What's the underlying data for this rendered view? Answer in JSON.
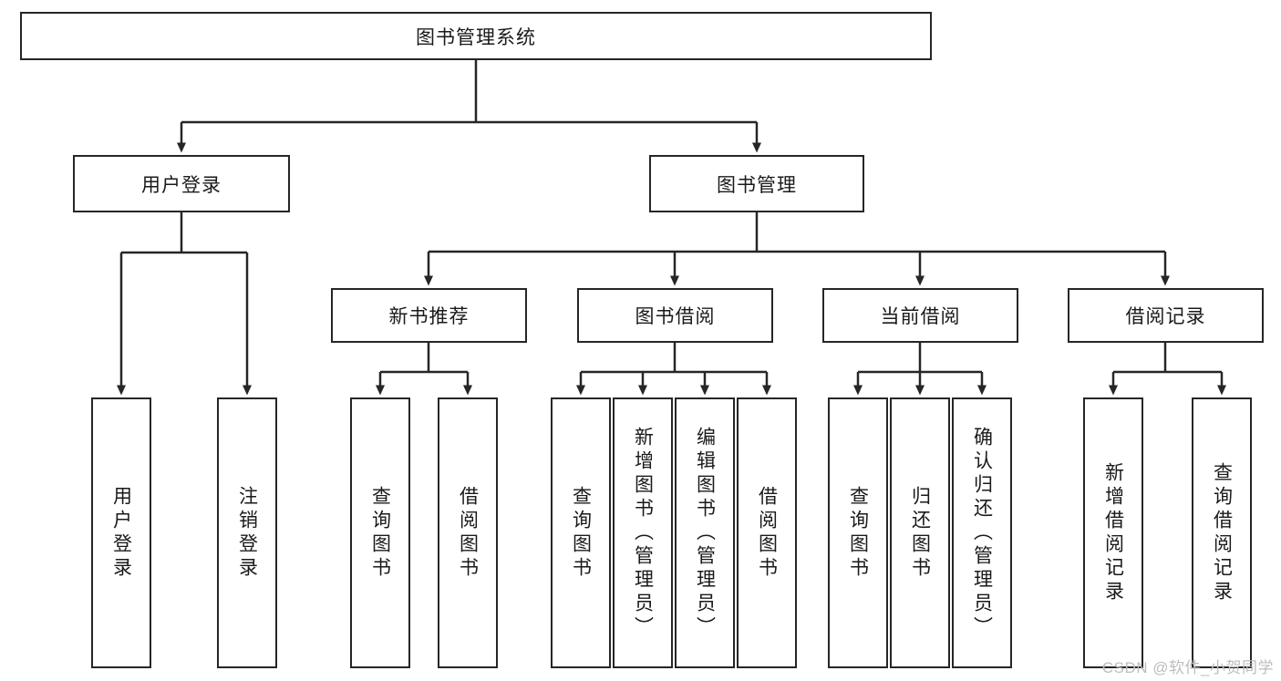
{
  "diagram": {
    "title": "图书管理系统",
    "type": "tree-hierarchy",
    "watermark": "CSDN @软件_小贺同学",
    "colors": {
      "stroke": "#262626",
      "fill": "#ffffff",
      "text": "#1a1a1a",
      "watermark": "#bdbdbd"
    },
    "root": {
      "label": "图书管理系统"
    },
    "level2": [
      {
        "label": "用户登录"
      },
      {
        "label": "图书管理"
      }
    ],
    "level3": [
      {
        "label": "新书推荐"
      },
      {
        "label": "图书借阅"
      },
      {
        "label": "当前借阅"
      },
      {
        "label": "借阅记录"
      }
    ],
    "leaves": {
      "user_login": [
        {
          "label": "用户登录"
        },
        {
          "label": "注销登录"
        }
      ],
      "new_book": [
        {
          "label": "查询图书"
        },
        {
          "label": "借阅图书"
        }
      ],
      "book_borrow": [
        {
          "label": "查询图书"
        },
        {
          "label": "新增图书（管理员）"
        },
        {
          "label": "编辑图书（管理员）"
        },
        {
          "label": "借阅图书"
        }
      ],
      "current_borrow": [
        {
          "label": "查询图书"
        },
        {
          "label": "归还图书"
        },
        {
          "label": "确认归还（管理员）"
        }
      ],
      "borrow_record": [
        {
          "label": "新增借阅记录"
        },
        {
          "label": "查询借阅记录"
        }
      ]
    }
  }
}
